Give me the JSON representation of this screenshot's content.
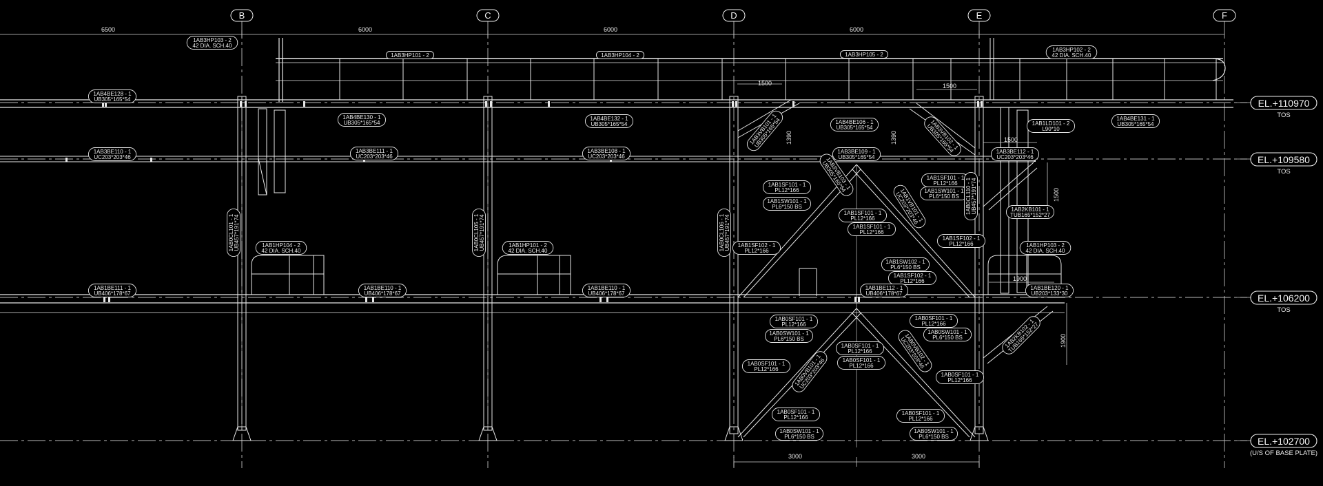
{
  "grid_labels": [
    "B",
    "C",
    "D",
    "E",
    "F"
  ],
  "bay_dimensions": [
    "6500",
    "6000",
    "6000",
    "6000"
  ],
  "elevations": [
    {
      "level": "EL.+110970",
      "note": "TOS"
    },
    {
      "level": "EL.+109580",
      "note": "TOS"
    },
    {
      "level": "EL.+106200",
      "note": "TOS"
    },
    {
      "level": "EL.+102700",
      "note": "(U/S OF BASE PLATE)"
    }
  ],
  "dims": {
    "d1500a": "1500",
    "d1500b": "1500",
    "d1500c": "1500",
    "d1390a": "1390",
    "d1390b": "1390",
    "d1500v": "1500",
    "d1900h": "1900",
    "d1900v": "1900",
    "d3000a": "3000",
    "d3000b": "3000"
  },
  "tags": {
    "t01": [
      "1AB3HP103 - 2",
      "42 DIA. SCH.40"
    ],
    "t02": [
      "1AB3HP101 - 2"
    ],
    "t03": [
      "1AB3HP104 - 2"
    ],
    "t04": [
      "1AB3HP105 - 2"
    ],
    "t05": [
      "1AB3HP102 - 2",
      "42 DIA. SCH.40"
    ],
    "t06": [
      "1AB4BE128 - 1",
      "UB305*165*54"
    ],
    "t07": [
      "1AB4BE130 - 1",
      "UB305*165*54"
    ],
    "t08": [
      "1AB4BE132 - 1",
      "UB305*165*54"
    ],
    "t09": [
      "1AB4BE106 - 1",
      "UB305*165*54"
    ],
    "t10": [
      "1AB4BE131 - 1",
      "UB305*165*54"
    ],
    "t11": [
      "1AB1LD101 - 2",
      "L90*10"
    ],
    "t12": [
      "1AB3BE110 - 1",
      "UC203*203*46"
    ],
    "t13": [
      "1AB3BE111 - 1",
      "UC203*203*46"
    ],
    "t14": [
      "1AB3BE108 - 1",
      "UC203*203*46"
    ],
    "t15": [
      "1AB3BE109 - 1",
      "UB305*165*54"
    ],
    "t16": [
      "1AB3BE112 - 1",
      "UC203*203*46"
    ],
    "t17": [
      "1AB1SF101 - 1",
      "PL12*166"
    ],
    "t18": [
      "1AB1SW101 - 1",
      "PL6*150 BS"
    ],
    "t19": [
      "1AB1SF101 - 1",
      "PL12*166"
    ],
    "t20": [
      "1AB1SW101 - 1",
      "PL6*150 BS"
    ],
    "t21": [
      "1AB1SF101 - 1",
      "PL12*166"
    ],
    "t22": [
      "1AB1SF101 - 1",
      "PL12*166"
    ],
    "t23": [
      "1AB1SF102 - 1",
      "PL12*166"
    ],
    "t24": [
      "1AB2KB101 - 1",
      "TUB165*152*27"
    ],
    "t25": [
      "1AB1HP104 - 2",
      "42 DIA. SCH.40"
    ],
    "t26": [
      "1AB1HP101 - 2",
      "42 DIA. SCH.40"
    ],
    "t27": [
      "1AB1HP103 - 2",
      "42 DIA. SCH.40"
    ],
    "t28": [
      "1AB1SF102 - 1",
      "PL12*166"
    ],
    "t29": [
      "1AB1SW102 - 1",
      "PL6*150 BS"
    ],
    "t30": [
      "1AB1SF102 - 1",
      "PL12*166"
    ],
    "t31": [
      "1AB1BE111 - 1",
      "UB406*178*67"
    ],
    "t32": [
      "1AB1BE110 - 1",
      "UB406*178*67"
    ],
    "t33": [
      "1AB1BE110 - 1",
      "UB406*178*67"
    ],
    "t34": [
      "1AB1BE112 - 1",
      "UB406*178*67"
    ],
    "t35": [
      "1AB1BE120 - 1",
      "UB203*133*30"
    ],
    "t36": [
      "1AB0SF101 - 1",
      "PL12*166"
    ],
    "t37": [
      "1AB0SW101 - 1",
      "PL6*150 BS"
    ],
    "t38": [
      "1AB0SF101 - 1",
      "PL12*166"
    ],
    "t39": [
      "1AB0SF101 - 1",
      "PL12*166"
    ],
    "t40": [
      "1AB0SF101 - 1",
      "PL12*166"
    ],
    "t41": [
      "1AB0SF101 - 1",
      "PL12*166"
    ],
    "t42": [
      "1AB0SW101 - 1",
      "PL6*150 BS"
    ],
    "t43": [
      "1AB0SF101 - 1",
      "PL12*166"
    ],
    "t44": [
      "1AB0SF101 - 1",
      "PL12*166"
    ],
    "t45": [
      "1AB0SF101 - 1",
      "PL12*166"
    ],
    "t46": [
      "1AB0SW101 - 1",
      "PL6*150 BS"
    ],
    "t47": [
      "1AB0SW101 - 1",
      "PL6*150 BS"
    ]
  },
  "vtags": {
    "v01": [
      "1AB0CL101 - 1",
      "UB457*191*74"
    ],
    "v02": [
      "1AB0CL105 - 1",
      "UB457*191*74"
    ],
    "v03": [
      "1AB0CL106 - 1",
      "UB457*191*74"
    ],
    "v04": [
      "1AB0CL110 - 1",
      "UB457*191*74"
    ]
  },
  "dtags": {
    "g01": [
      "1AB3VB101 - 1",
      "UB305*165*54"
    ],
    "g02": [
      "1AB3VB102 - 1",
      "UB305*165*54"
    ],
    "g03": [
      "1AB3VB103 - 1",
      "UB305*165*54"
    ],
    "g04": [
      "1AB1VB101 - 1",
      "UC203*203*46"
    ],
    "g05": [
      "1AB0VB101 - 1",
      "UC203*203*46"
    ],
    "g06": [
      "1AB0VB102 - 1",
      "UC203*203*46"
    ],
    "g07": [
      "1AB2KB102 - 1",
      "TUB165*152*27"
    ]
  }
}
